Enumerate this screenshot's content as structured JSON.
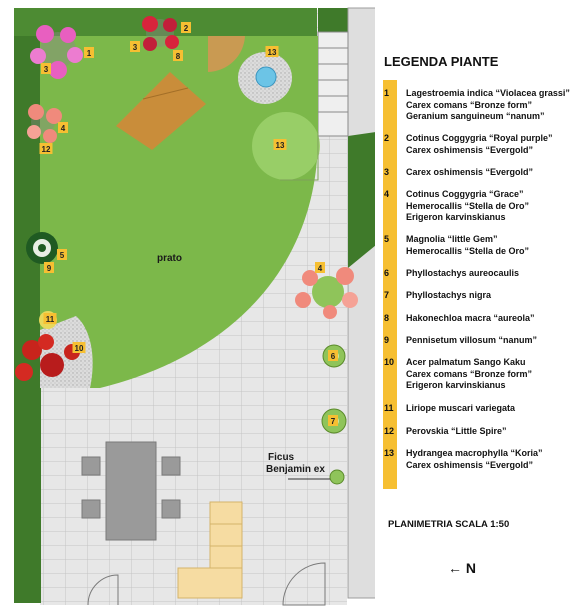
{
  "legend": {
    "title": "LEGENDA PIANTE",
    "entries": [
      {
        "num": "1",
        "lines": [
          "Lagestroemia indica “Violacea grassi”",
          "Carex comans “Bronze form”",
          "Geranium sanguineum “nanum”"
        ]
      },
      {
        "num": "2",
        "lines": [
          "Cotinus Coggygria “Royal purple”",
          "Carex oshimensis “Evergold”"
        ]
      },
      {
        "num": "3",
        "lines": [
          "Carex oshimensis “Evergold”"
        ]
      },
      {
        "num": "4",
        "lines": [
          "Cotinus Coggygria “Grace”",
          "Hemerocallis “Stella de Oro”",
          "Erigeron karvinskianus"
        ]
      },
      {
        "num": "5",
        "lines": [
          "Magnolia “little Gem”",
          "Hemerocallis “Stella de Oro”"
        ]
      },
      {
        "num": "6",
        "lines": [
          "Phyllostachys aureocaulis"
        ]
      },
      {
        "num": "7",
        "lines": [
          "Phyllostachys nigra"
        ]
      },
      {
        "num": "8",
        "lines": [
          "Hakonechloa macra “aureola”"
        ]
      },
      {
        "num": "9",
        "lines": [
          "Pennisetum villosum “nanum”"
        ]
      },
      {
        "num": "10",
        "lines": [
          "Acer  palmatum Sango Kaku",
          "Carex comans “Bronze form”",
          "Erigeron karvinskianus"
        ]
      },
      {
        "num": "11",
        "lines": [
          "Liriope muscari variegata"
        ]
      },
      {
        "num": "12",
        "lines": [
          "Perovskia “Little Spire”"
        ]
      },
      {
        "num": "13",
        "lines": [
          "Hydrangea macrophylla “Koria”",
          "Carex oshimensis “Evergold”"
        ]
      }
    ]
  },
  "plan": {
    "lawn_label": "prato",
    "ficus_label": [
      "Ficus",
      "Benjamin ex"
    ],
    "plant_tags": [
      "1",
      "2",
      "3",
      "3",
      "8",
      "13",
      "13",
      "4",
      "12",
      "5",
      "9",
      "4",
      "6",
      "7",
      "11",
      "10"
    ]
  },
  "scale_label": "PLANIMETRIA SCALA 1:50",
  "north_label": "N",
  "north_arrow": "←",
  "colors": {
    "lawn": "#7cb84a",
    "hedge": "#3f7a2a",
    "paving": "#e7e7e7",
    "tag": "#f6bf32",
    "deck": "#c08a3e",
    "bench": "#c98d3a",
    "table": "#9a9a9a",
    "pink_flower": "#e85fc0",
    "red_flower": "#d8243c",
    "salmon_flower": "#f08a7c"
  }
}
